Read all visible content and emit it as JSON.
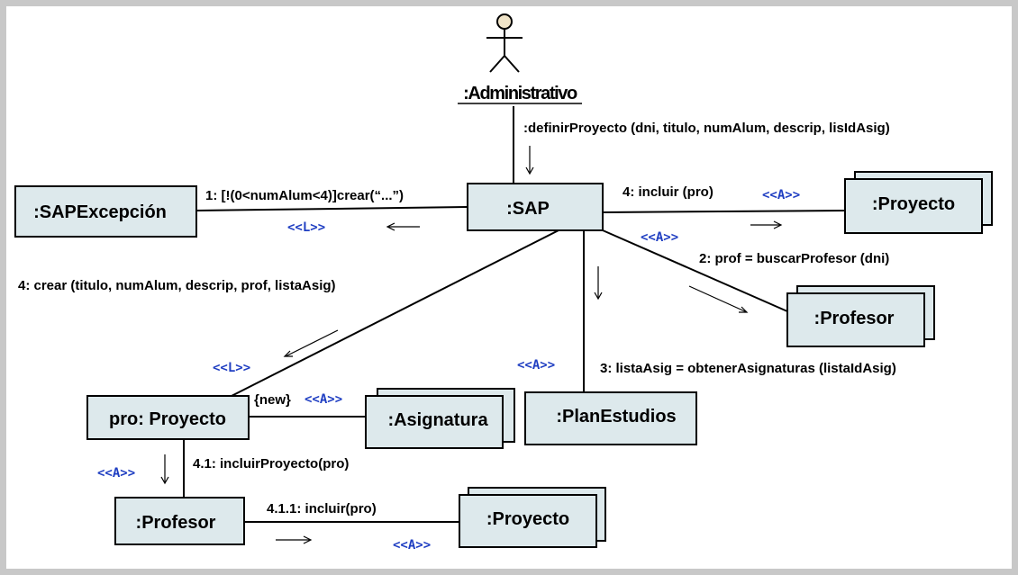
{
  "actor": {
    "name": ":Administrativo"
  },
  "objects": {
    "sap": ":SAP",
    "sap_excepcion": ":SAPExcepción",
    "proyecto_top": ":Proyecto",
    "profesor_mid": ":Profesor",
    "plan_estudios": ":PlanEstudios",
    "pro_proyecto": "pro: Proyecto",
    "asignatura": ":Asignatura",
    "profesor_bottom": ":Profesor",
    "proyecto_bottom": ":Proyecto"
  },
  "messages": {
    "definir": ":definirProyecto (dni, titulo, numAlum, descrip, lisIdAsig)",
    "crear_excepcion": "1: [!(0<numAlum<4)]crear(“...”)",
    "incluir_pro": "4: incluir (pro)",
    "buscar_profesor": "2: prof = buscarProfesor (dni)",
    "crear_proyecto": "4: crear (titulo, numAlum, descrip, prof, listaAsig)",
    "obtener_asignaturas": "3: listaAsig = obtenerAsignaturas (listaIdAsig)",
    "incluir_proyecto": "4.1: incluirProyecto(pro)",
    "incluir_pro_final": "4.1.1: incluir(pro)",
    "new_constraint": "{new}"
  },
  "stereotypes": {
    "L": "<<L>>",
    "A": "<<A>>"
  },
  "colors": {
    "box_fill": "#dde9ec",
    "stereotype": "#1f3ec2",
    "frame_bg": "#cfcfcf"
  },
  "icons": {
    "actor": "stick-figure-icon"
  }
}
